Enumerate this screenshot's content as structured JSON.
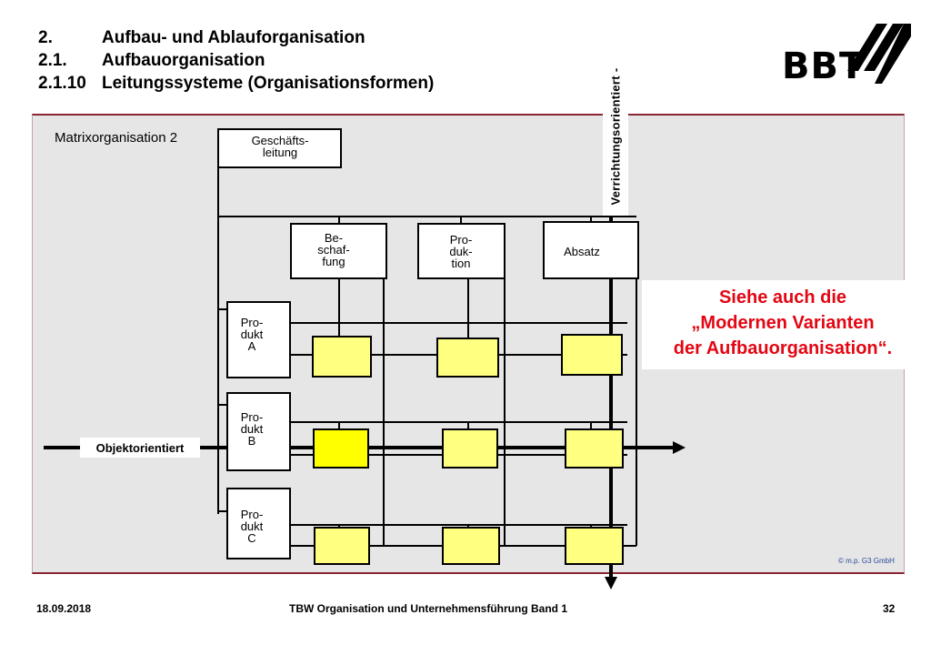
{
  "header": {
    "lines": [
      {
        "num": "2.",
        "text": "Aufbau- und Ablauforganisation"
      },
      {
        "num": "2.1.",
        "text": "Aufbauorganisation"
      },
      {
        "num": "2.1.10",
        "text": "Leitungssysteme (Organisationsformen)"
      }
    ]
  },
  "logo": {
    "text": "BBT"
  },
  "diagram": {
    "title": "Matrixorganisation 2",
    "top_box": [
      "Geschäfts-",
      "leitung"
    ],
    "functions": [
      [
        "Be-",
        "schaf-",
        "fung"
      ],
      [
        "Pro-",
        "duk-",
        "tion"
      ],
      [
        "Absatz"
      ]
    ],
    "products": [
      [
        "Pro-",
        "dukt",
        "A"
      ],
      [
        "Pro-",
        "dukt",
        "B"
      ],
      [
        "Pro-",
        "dukt",
        "C"
      ]
    ],
    "horizontal_axis_label": "Objektorientiert",
    "vertical_axis_label": "Verrichtungsorientiert",
    "vertical_axis_mark": "-",
    "cell_color": "#ffff80",
    "highlight_cell_color": "#ffff00",
    "frame_color": "#8b2433"
  },
  "note": {
    "lines": [
      "Siehe auch die",
      "„Modernen Varianten",
      "der Aufbauorganisation“."
    ],
    "color": "#e30613"
  },
  "copyright": "© m.p. G3 GmbH",
  "footer": {
    "date": "18.09.2018",
    "title": "TBW Organisation und Unternehmensführung Band 1",
    "page": "32"
  }
}
